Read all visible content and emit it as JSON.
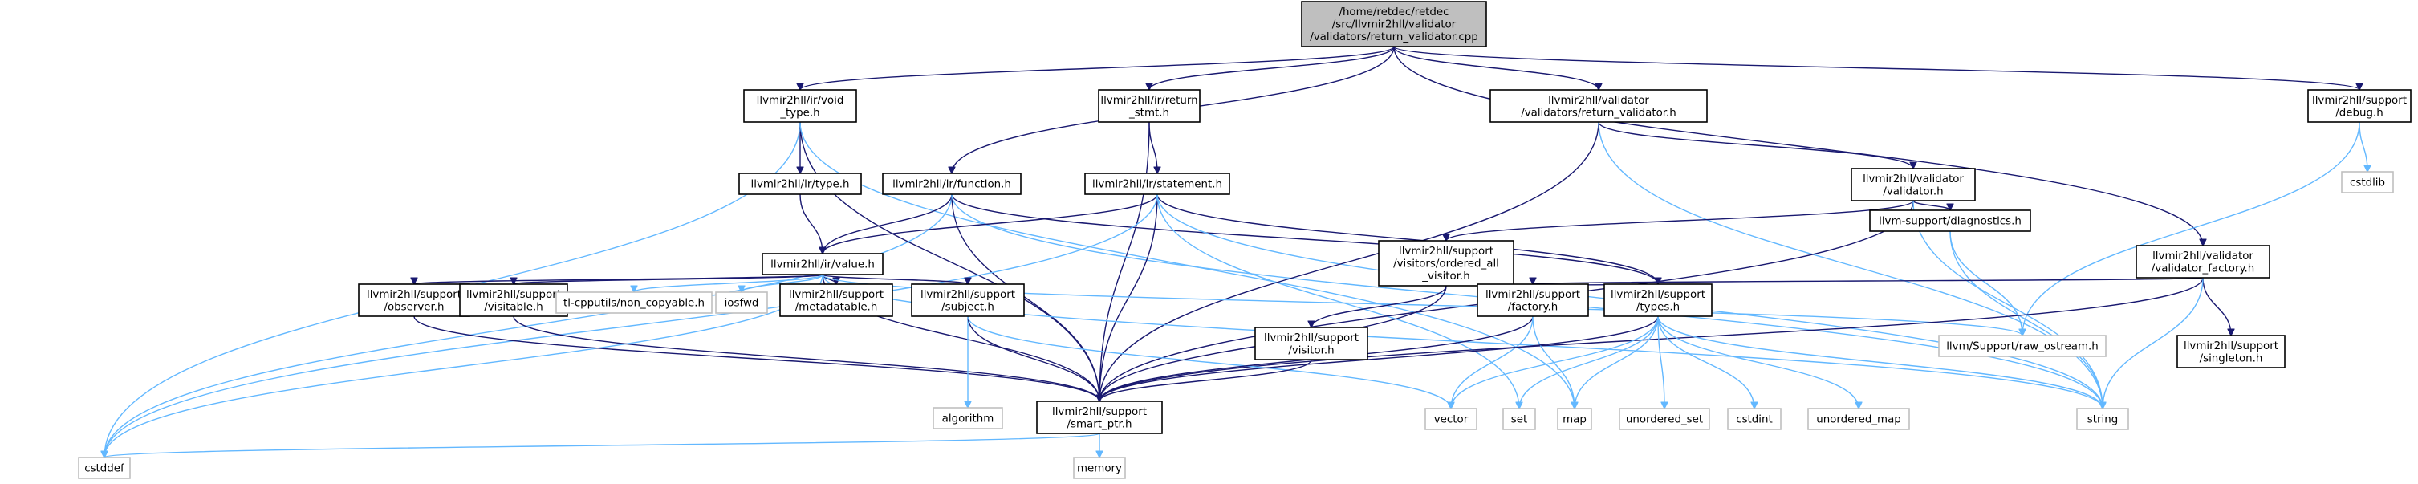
{
  "colors": {
    "root_fill": "#bfbfbf",
    "file_stroke": "#000000",
    "external_stroke": "#bfbfbf",
    "edge_internal": "#191970",
    "edge_external": "#63b8ff"
  },
  "nodes": [
    {
      "id": "root",
      "lines": [
        "/home/retdec/retdec",
        "/src/llvmir2hll/validator",
        "/validators/return_validator.cpp"
      ],
      "kind": "root"
    },
    {
      "id": "void_type",
      "lines": [
        "llvmir2hll/ir/void",
        "_type.h"
      ],
      "kind": "file"
    },
    {
      "id": "return_stmt",
      "lines": [
        "llvmir2hll/ir/return",
        "_stmt.h"
      ],
      "kind": "file"
    },
    {
      "id": "return_validator_h",
      "lines": [
        "llvmir2hll/validator",
        "/validators/return_validator.h"
      ],
      "kind": "file"
    },
    {
      "id": "debug",
      "lines": [
        "llvmir2hll/support",
        "/debug.h"
      ],
      "kind": "file"
    },
    {
      "id": "type_h",
      "lines": [
        "llvmir2hll/ir/type.h"
      ],
      "kind": "file"
    },
    {
      "id": "function_h",
      "lines": [
        "llvmir2hll/ir/function.h"
      ],
      "kind": "file"
    },
    {
      "id": "statement_h",
      "lines": [
        "llvmir2hll/ir/statement.h"
      ],
      "kind": "file"
    },
    {
      "id": "validator_h",
      "lines": [
        "llvmir2hll/validator",
        "/validator.h"
      ],
      "kind": "file"
    },
    {
      "id": "cstdlib",
      "lines": [
        "cstdlib"
      ],
      "kind": "external"
    },
    {
      "id": "value_h",
      "lines": [
        "llvmir2hll/ir/value.h"
      ],
      "kind": "file"
    },
    {
      "id": "ordered_all",
      "lines": [
        "llvmir2hll/support",
        "/visitors/ordered_all",
        "_visitor.h"
      ],
      "kind": "file"
    },
    {
      "id": "diagnostics",
      "lines": [
        "llvm-support/diagnostics.h"
      ],
      "kind": "file"
    },
    {
      "id": "validator_factory",
      "lines": [
        "llvmir2hll/validator",
        "/validator_factory.h"
      ],
      "kind": "file"
    },
    {
      "id": "observer",
      "lines": [
        "llvmir2hll/support",
        "/observer.h"
      ],
      "kind": "file"
    },
    {
      "id": "visitable",
      "lines": [
        "llvmir2hll/support",
        "/visitable.h"
      ],
      "kind": "file"
    },
    {
      "id": "non_copyable",
      "lines": [
        "tl-cpputils/non_copyable.h"
      ],
      "kind": "external"
    },
    {
      "id": "iosfwd",
      "lines": [
        "iosfwd"
      ],
      "kind": "external"
    },
    {
      "id": "metadatable",
      "lines": [
        "llvmir2hll/support",
        "/metadatable.h"
      ],
      "kind": "file"
    },
    {
      "id": "subject",
      "lines": [
        "llvmir2hll/support",
        "/subject.h"
      ],
      "kind": "file"
    },
    {
      "id": "visitor_h",
      "lines": [
        "llvmir2hll/support",
        "/visitor.h"
      ],
      "kind": "file"
    },
    {
      "id": "factory_h",
      "lines": [
        "llvmir2hll/support",
        "/factory.h"
      ],
      "kind": "file"
    },
    {
      "id": "types_h",
      "lines": [
        "llvmir2hll/support",
        "/types.h"
      ],
      "kind": "file"
    },
    {
      "id": "raw_ostream",
      "lines": [
        "llvm/Support/raw_ostream.h"
      ],
      "kind": "external"
    },
    {
      "id": "singleton",
      "lines": [
        "llvmir2hll/support",
        "/singleton.h"
      ],
      "kind": "file"
    },
    {
      "id": "algorithm",
      "lines": [
        "algorithm"
      ],
      "kind": "external"
    },
    {
      "id": "smart_ptr",
      "lines": [
        "llvmir2hll/support",
        "/smart_ptr.h"
      ],
      "kind": "file"
    },
    {
      "id": "vector",
      "lines": [
        "vector"
      ],
      "kind": "external"
    },
    {
      "id": "set",
      "lines": [
        "set"
      ],
      "kind": "external"
    },
    {
      "id": "map",
      "lines": [
        "map"
      ],
      "kind": "external"
    },
    {
      "id": "unordered_set",
      "lines": [
        "unordered_set"
      ],
      "kind": "external"
    },
    {
      "id": "cstdint",
      "lines": [
        "cstdint"
      ],
      "kind": "external"
    },
    {
      "id": "unordered_map",
      "lines": [
        "unordered_map"
      ],
      "kind": "external"
    },
    {
      "id": "string",
      "lines": [
        "string"
      ],
      "kind": "external"
    },
    {
      "id": "cstddef",
      "lines": [
        "cstddef"
      ],
      "kind": "external"
    },
    {
      "id": "memory",
      "lines": [
        "memory"
      ],
      "kind": "external"
    }
  ],
  "edges": [
    [
      "root",
      "void_type"
    ],
    [
      "root",
      "return_stmt"
    ],
    [
      "root",
      "return_validator_h"
    ],
    [
      "root",
      "debug"
    ],
    [
      "root",
      "function_h"
    ],
    [
      "root",
      "validator_factory"
    ],
    [
      "void_type",
      "type_h"
    ],
    [
      "void_type",
      "cstddef"
    ],
    [
      "void_type",
      "smart_ptr"
    ],
    [
      "void_type",
      "map"
    ],
    [
      "type_h",
      "value_h"
    ],
    [
      "return_stmt",
      "statement_h"
    ],
    [
      "return_stmt",
      "smart_ptr"
    ],
    [
      "function_h",
      "value_h"
    ],
    [
      "function_h",
      "cstddef"
    ],
    [
      "function_h",
      "smart_ptr"
    ],
    [
      "function_h",
      "types_h"
    ],
    [
      "function_h",
      "string"
    ],
    [
      "statement_h",
      "value_h"
    ],
    [
      "statement_h",
      "smart_ptr"
    ],
    [
      "statement_h",
      "types_h"
    ],
    [
      "statement_h",
      "set"
    ],
    [
      "statement_h",
      "string"
    ],
    [
      "statement_h",
      "cstddef"
    ],
    [
      "return_validator_h",
      "smart_ptr"
    ],
    [
      "return_validator_h",
      "validator_h"
    ],
    [
      "return_validator_h",
      "string"
    ],
    [
      "validator_h",
      "ordered_all"
    ],
    [
      "validator_h",
      "diagnostics"
    ],
    [
      "validator_h",
      "smart_ptr"
    ],
    [
      "validator_h",
      "string"
    ],
    [
      "debug",
      "raw_ostream"
    ],
    [
      "debug",
      "cstdlib"
    ],
    [
      "value_h",
      "observer"
    ],
    [
      "value_h",
      "visitable"
    ],
    [
      "value_h",
      "non_copyable"
    ],
    [
      "value_h",
      "iosfwd"
    ],
    [
      "value_h",
      "metadatable"
    ],
    [
      "value_h",
      "subject"
    ],
    [
      "value_h",
      "smart_ptr"
    ],
    [
      "value_h",
      "raw_ostream"
    ],
    [
      "value_h",
      "string"
    ],
    [
      "value_h",
      "cstddef"
    ],
    [
      "ordered_all",
      "visitor_h"
    ],
    [
      "ordered_all",
      "types_h"
    ],
    [
      "ordered_all",
      "smart_ptr"
    ],
    [
      "diagnostics",
      "raw_ostream"
    ],
    [
      "diagnostics",
      "string"
    ],
    [
      "validator_factory",
      "factory_h"
    ],
    [
      "validator_factory",
      "singleton"
    ],
    [
      "validator_factory",
      "smart_ptr"
    ],
    [
      "validator_factory",
      "string"
    ],
    [
      "observer",
      "smart_ptr"
    ],
    [
      "visitable",
      "smart_ptr"
    ],
    [
      "subject",
      "algorithm"
    ],
    [
      "subject",
      "smart_ptr"
    ],
    [
      "subject",
      "vector"
    ],
    [
      "visitor_h",
      "smart_ptr"
    ],
    [
      "factory_h",
      "smart_ptr"
    ],
    [
      "factory_h",
      "map"
    ],
    [
      "factory_h",
      "vector"
    ],
    [
      "types_h",
      "smart_ptr"
    ],
    [
      "types_h",
      "vector"
    ],
    [
      "types_h",
      "set"
    ],
    [
      "types_h",
      "map"
    ],
    [
      "types_h",
      "unordered_set"
    ],
    [
      "types_h",
      "cstdint"
    ],
    [
      "types_h",
      "unordered_map"
    ],
    [
      "types_h",
      "string"
    ],
    [
      "smart_ptr",
      "memory"
    ],
    [
      "smart_ptr",
      "cstddef"
    ]
  ]
}
